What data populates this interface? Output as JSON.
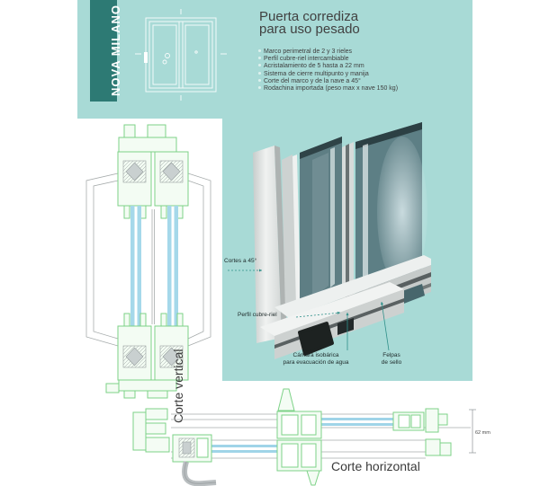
{
  "brand": {
    "name": "NOVA MILANO"
  },
  "header": {
    "title_line1": "Puerta corrediza",
    "title_line2": "para uso pesado"
  },
  "features": [
    "Marco perimetral de 2 y 3 rieles",
    "Perfil cubre-riel intercambiable",
    "Acristalamiento de 5 hasta a 22 mm",
    "Sistema de cierre multipunto y manija",
    "Corte del marco y de la nave a 45°",
    "Rodachina importada (peso max x nave 150 kg)"
  ],
  "sections": {
    "vertical_label": "Corte vertical",
    "horizontal_label": "Corte horizontal"
  },
  "callouts": {
    "cortes": "Cortes a 45°",
    "perfil": "Perfil cubre-riel",
    "camara_line1": "Cámara isobárica",
    "camara_line2": "para evacuación de agua",
    "felpas_line1": "Felpas",
    "felpas_line2": "de sello"
  },
  "dimensions": {
    "interlock_width": "62 mm"
  },
  "colors": {
    "panel_teal": "#a8dad6",
    "brand_teal": "#2d7a74",
    "drawing_green": "#7dd287",
    "glass_blue": "#a5d8ea",
    "text_dark": "#3d3d3d"
  }
}
